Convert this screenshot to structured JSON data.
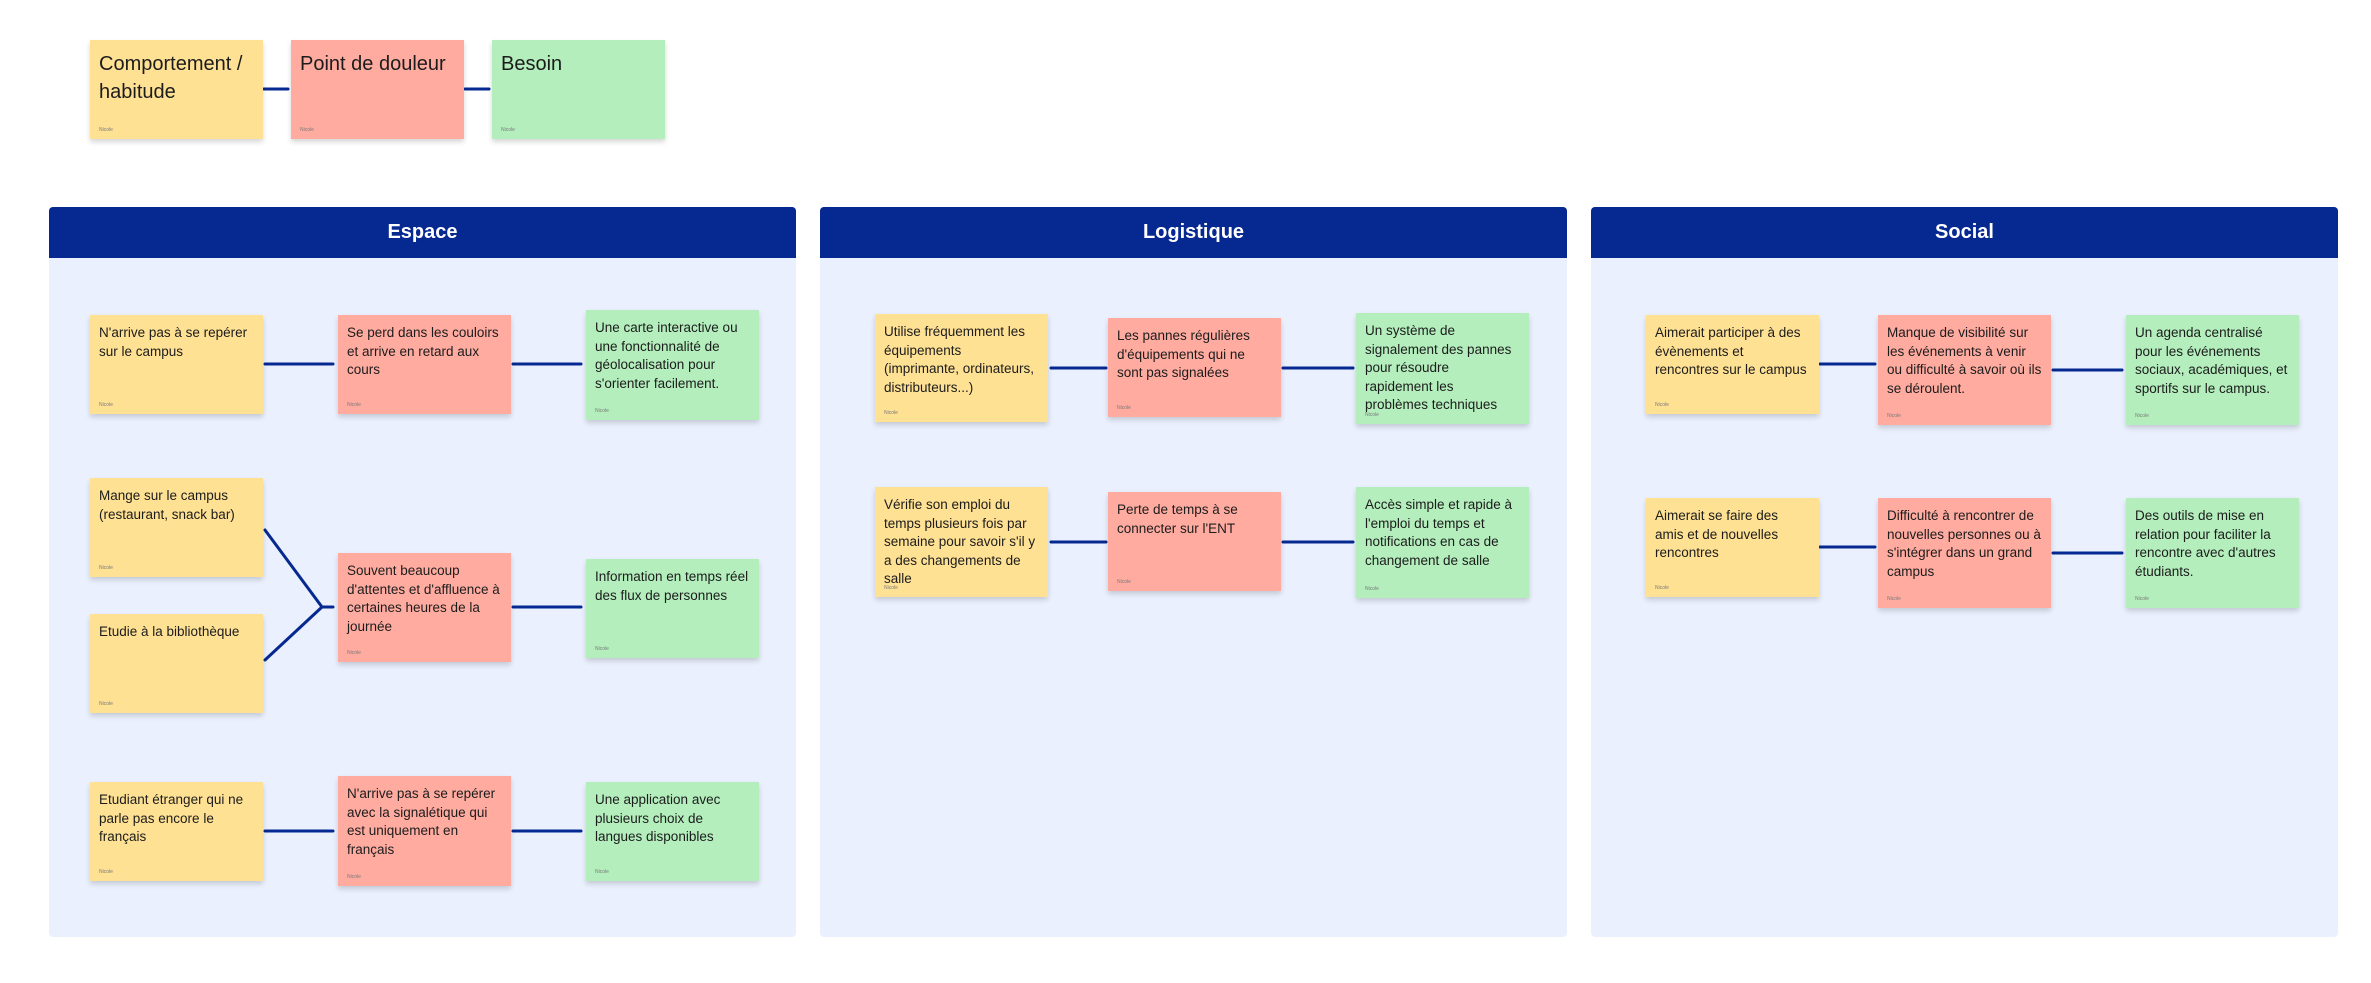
{
  "legend": {
    "behavior": "Comportement / habitude",
    "pain": "Point de douleur",
    "need": "Besoin",
    "author": "Nicole"
  },
  "sections": [
    {
      "title": "Espace",
      "rows": [
        {
          "behavior": "N'arrive pas à se repérer sur le campus",
          "pain": "Se perd dans les couloirs et arrive en retard aux cours",
          "need": "Une carte interactive ou une fonctionnalité de géolocalisation pour s'orienter facilement."
        },
        {
          "behavior": "Mange sur le campus (restaurant, snack bar)",
          "behavior2": "Etudie à la bibliothèque",
          "pain": "Souvent beaucoup d'attentes et d'affluence à certaines heures de la journée",
          "need": "Information en temps réel des flux de personnes"
        },
        {
          "behavior": "Etudiant étranger qui ne parle pas encore le français",
          "pain": "N'arrive pas à se repérer avec la signalétique qui est uniquement en français",
          "need": "Une application avec plusieurs choix de langues disponibles"
        }
      ]
    },
    {
      "title": "Logistique",
      "rows": [
        {
          "behavior": "Utilise fréquemment les équipements (imprimante, ordinateurs, distributeurs...)",
          "pain": "Les pannes régulières d'équipements qui ne sont pas signalées",
          "need": "Un système de signalement des pannes pour résoudre rapidement les problèmes techniques"
        },
        {
          "behavior": "Vérifie son emploi du temps plusieurs fois par semaine pour savoir s'il y a des changements de salle",
          "pain": "Perte de temps à se connecter sur l'ENT",
          "need": "Accès simple et rapide à l'emploi du temps et notifications en cas de changement de salle"
        }
      ]
    },
    {
      "title": "Social",
      "rows": [
        {
          "behavior": "Aimerait participer à des évènements et rencontres sur le campus",
          "pain": "Manque de visibilité sur les événements à venir ou difficulté à savoir où ils se déroulent.",
          "need": "Un agenda centralisé pour les événements sociaux, académiques, et sportifs sur le campus."
        },
        {
          "behavior": "Aimerait se faire des amis et de nouvelles rencontres",
          "pain": "Difficulté à rencontrer de nouvelles personnes ou à s'intégrer dans un grand campus",
          "need": "Des outils de mise en relation pour faciliter la rencontre avec d'autres étudiants."
        }
      ]
    }
  ],
  "colors": {
    "behavior": "#ffe194",
    "pain": "#ffaba0",
    "need": "#b3eebc",
    "header": "#052891",
    "frame": "#eaf0fd",
    "connector": "#052891"
  }
}
